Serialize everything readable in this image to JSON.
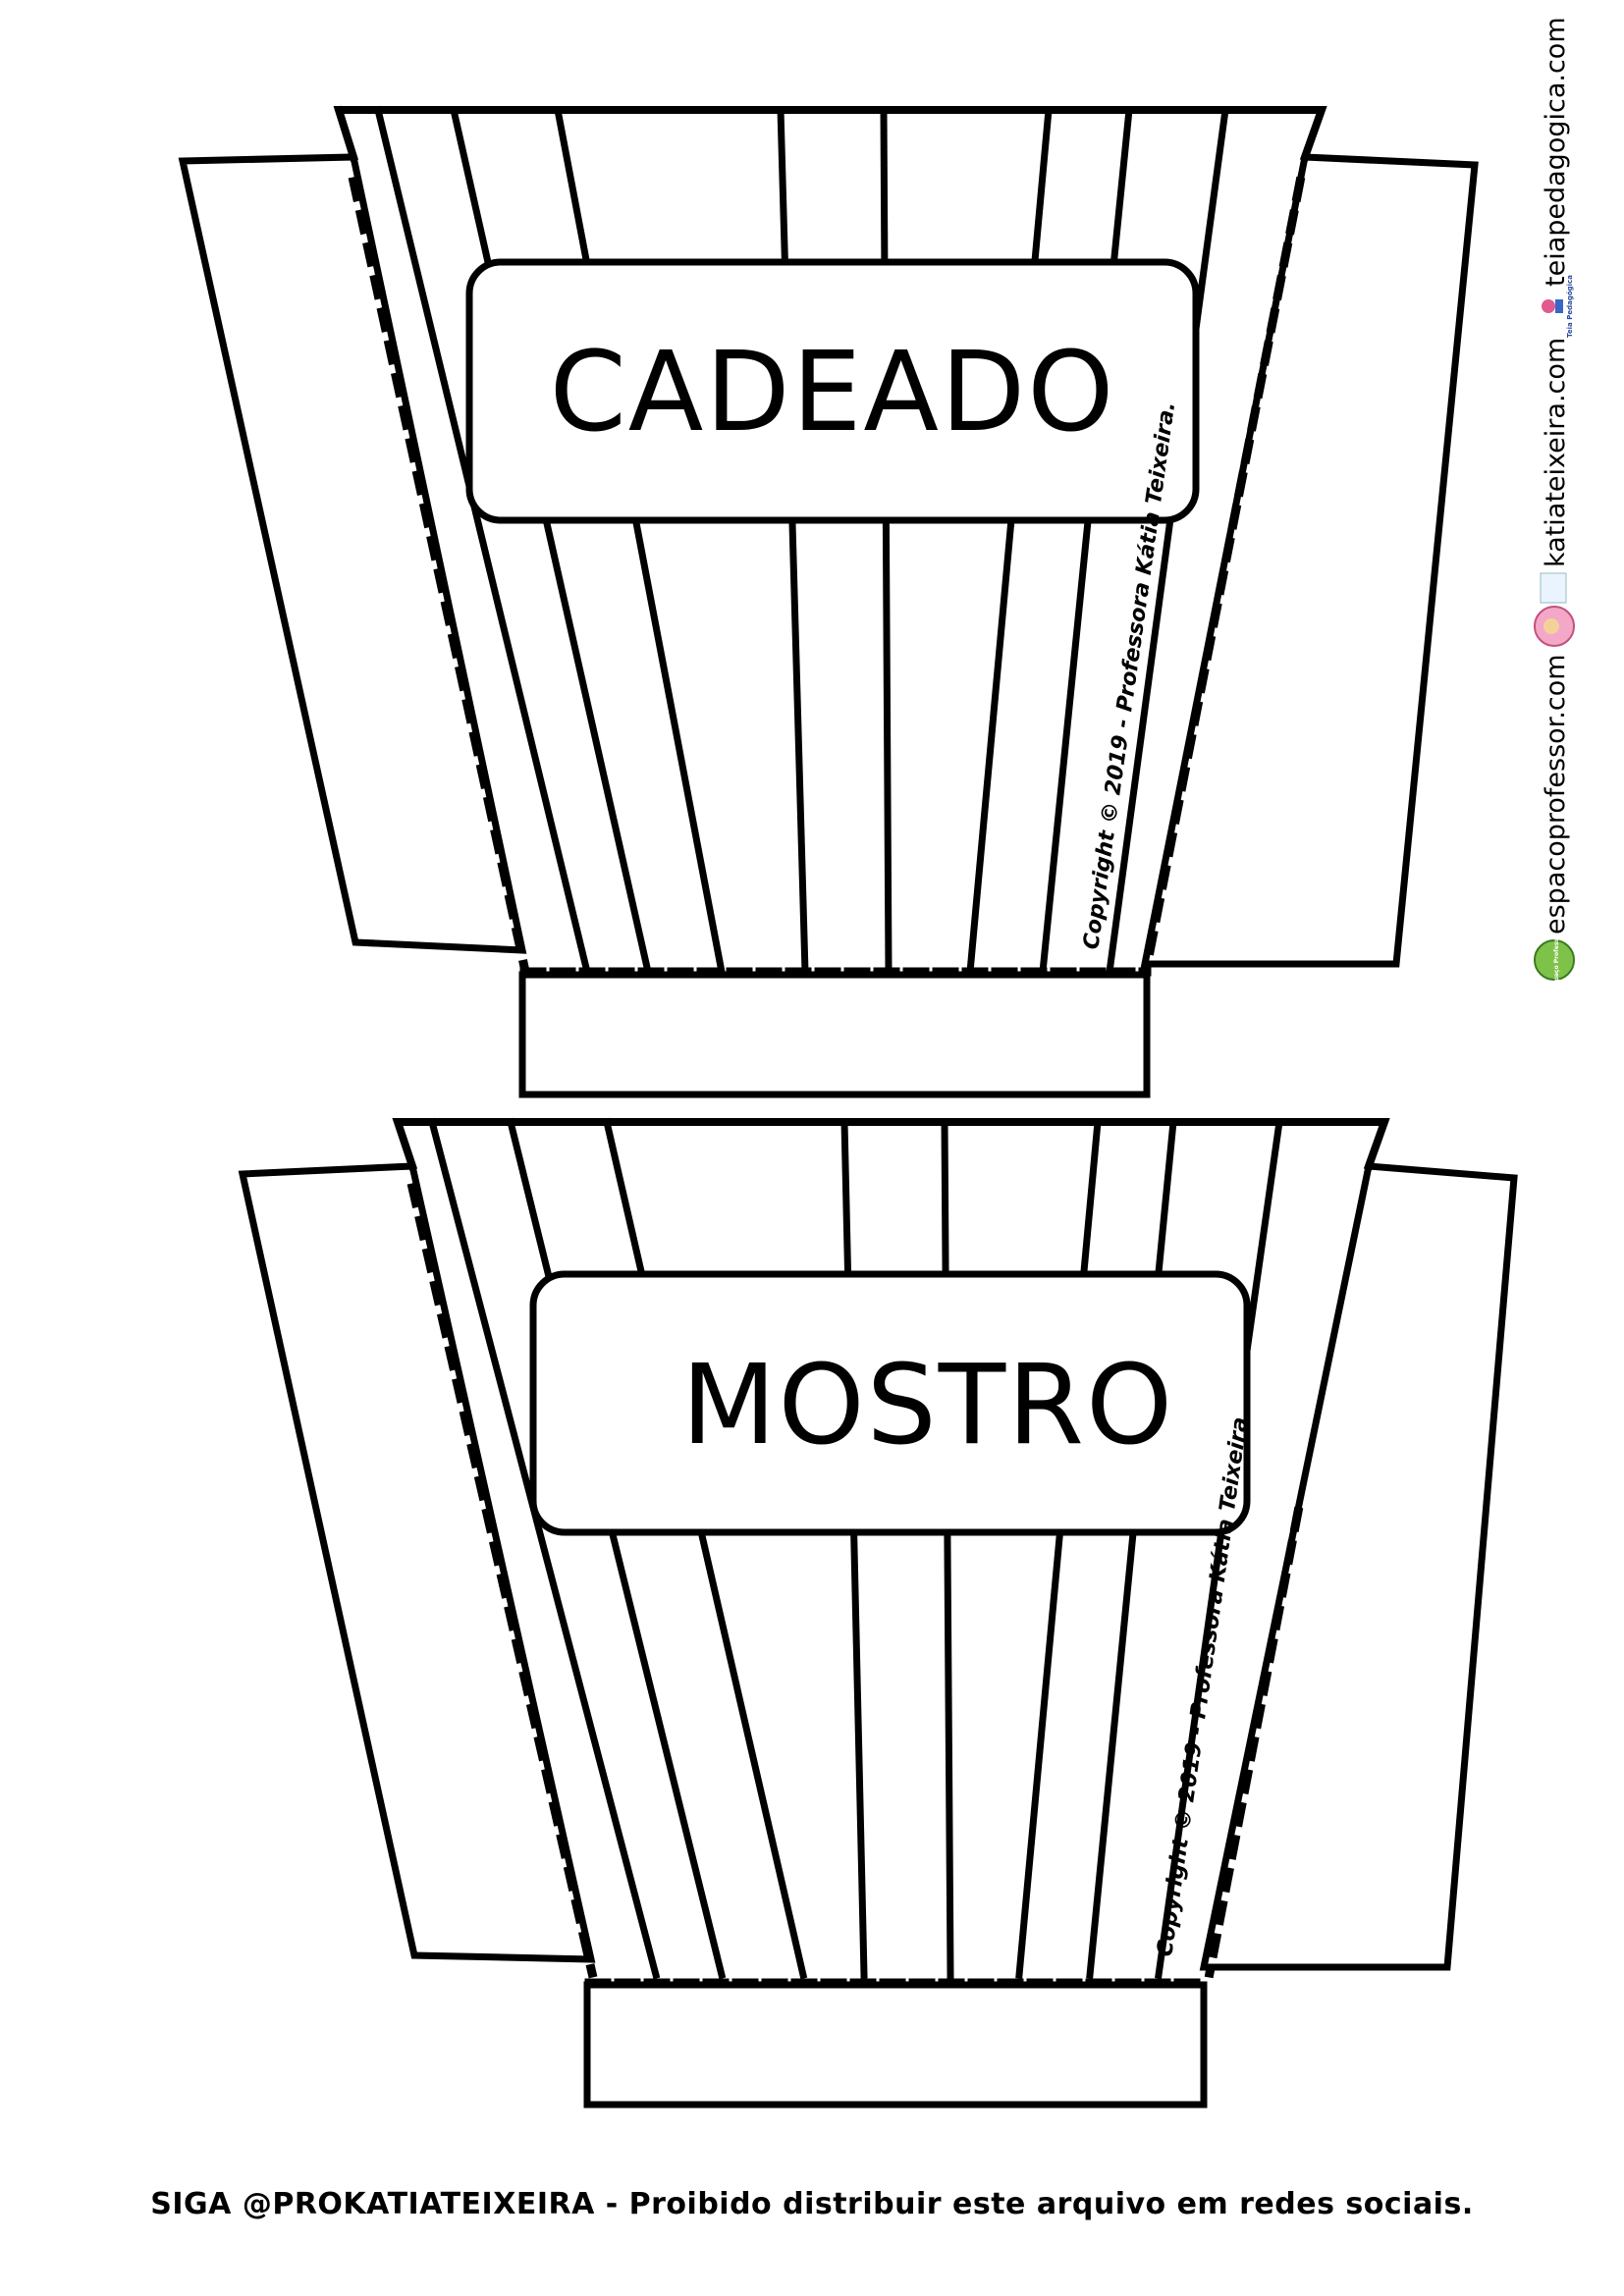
{
  "templates": [
    {
      "word": "CADEADO",
      "copyright": "Copyright © 2019 - Professora Kátia Teixeira."
    },
    {
      "word": "MOSTRO",
      "copyright": "Copyright © 2019 - Professora Kátia Teixeira."
    }
  ],
  "sidebar": {
    "sites": [
      "espacoprofessor.com",
      "katiateixeira.com",
      "teiapedagogica.com"
    ],
    "badge_texts": [
      "Espaço Professor",
      "Teia Pedagógica"
    ]
  },
  "footer": {
    "text": "SIGA @PROKATIATEIXEIRA - Proibido distribuir este arquivo em redes sociais."
  }
}
